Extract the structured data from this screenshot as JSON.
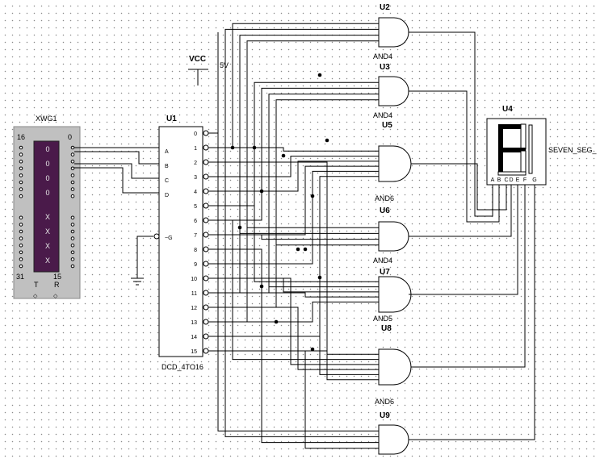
{
  "wordgen": {
    "ref": "XWG1",
    "corner_tl": "16",
    "corner_tr": "0",
    "corner_bl": "31",
    "corner_br": "15",
    "pin_t": "T",
    "pin_r": "R",
    "bits": [
      "0",
      "0",
      "0",
      "0",
      "X",
      "X",
      "X",
      "X"
    ],
    "fill": "#4a1a4a",
    "body": "#c0c0c0"
  },
  "vcc": {
    "label": "VCC",
    "value": "5V"
  },
  "decoder": {
    "ref": "U1",
    "type": "DCD_4TO16",
    "inputs": [
      "A",
      "B",
      "C",
      "D"
    ],
    "enable": "~G",
    "outputs": [
      "0",
      "1",
      "2",
      "3",
      "4",
      "5",
      "6",
      "7",
      "8",
      "9",
      "10",
      "11",
      "12",
      "13",
      "14",
      "15"
    ]
  },
  "gates": [
    {
      "ref": "U2",
      "type": "AND4"
    },
    {
      "ref": "U3",
      "type": "AND4"
    },
    {
      "ref": "U5",
      "type": "AND6"
    },
    {
      "ref": "U6",
      "type": "AND4"
    },
    {
      "ref": "U7",
      "type": "AND5"
    },
    {
      "ref": "U8",
      "type": "AND6"
    },
    {
      "ref": "U9",
      "type": ""
    }
  ],
  "display": {
    "ref": "U4",
    "type": "SEVEN_SEG_",
    "pins": [
      "A",
      "B",
      "C",
      "D",
      "E",
      "F",
      "G"
    ]
  }
}
